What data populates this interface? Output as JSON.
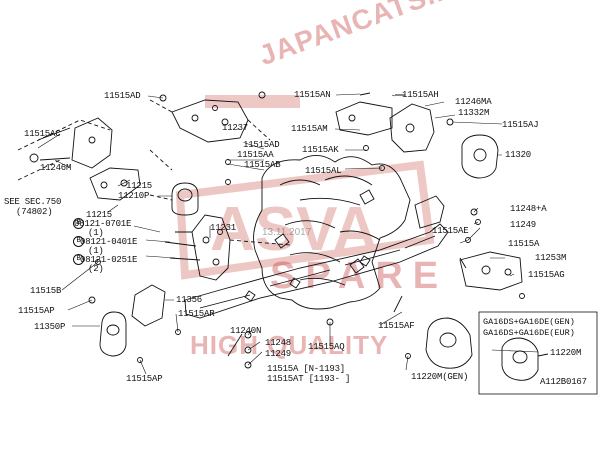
{
  "labels": {
    "p11515AD_top": "11515AD",
    "p11515AN": "11515AN",
    "p11515AH": "11515AH",
    "p11246MA": "11246MA",
    "p11332M": "11332M",
    "p11515AJ": "11515AJ",
    "p11515AC": "11515AC",
    "p11246M": "11246M",
    "p11237": "11237",
    "p11515AD_mid": "11515AD",
    "p11515AA": "11515AA",
    "p11515AB": "11515AB",
    "p11515AM": "11515AM",
    "p11515AK": "11515AK",
    "p11515AL": "11515AL",
    "p11320": "11320",
    "see_sec": "SEE SEC.750",
    "see_sec_ref": "(74802)",
    "p11215_a": "11215",
    "p11210P": "11210P",
    "p11215_b": "11215",
    "p08121_0701E": "08121-0701E",
    "p08121_0701E_qty": "(1)",
    "p08121_0401E": "08121-0401E",
    "p08121_0401E_qty": "(1)",
    "p08121_0251E": "08121-0251E",
    "p08121_0251E_qty": "(2)",
    "p11231": "11231",
    "p11248A": "11248+A",
    "p11249_r": "11249",
    "p11515AE": "11515AE",
    "p11515A_r": "11515A",
    "p11253M": "11253M",
    "p11515AG": "11515AG",
    "p11515B": "11515B",
    "p11515AP_l": "11515AP",
    "p11350P": "11350P",
    "p11356": "11356",
    "p11515AR": "11515AR",
    "p11515AP_b": "11515AP",
    "p11240N": "11240N",
    "p11248": "11248",
    "p11249_b": "11249",
    "p11515AQ": "11515AQ",
    "p11515AF": "11515AF",
    "p11515A_b": "11515A  [N-1193]",
    "p11515AT": "11515AT [1193-   ]",
    "p11220M_gen": "11220M(GEN)",
    "box_line1": "GA16DS+GA16DE(GEN)",
    "box_line2": "GA16DS+GA16DE(EUR)",
    "p11220M_box": "11220M",
    "diagram_code": "A112B0167"
  },
  "watermark": {
    "site": "JAPANCATS.RU",
    "brand": "ASVA",
    "sub": "SPARE",
    "slogan": "HIGH QUALITY",
    "date": "13.11.2017"
  },
  "colors": {
    "ink": "#111111",
    "watermark": "#c0392b"
  }
}
